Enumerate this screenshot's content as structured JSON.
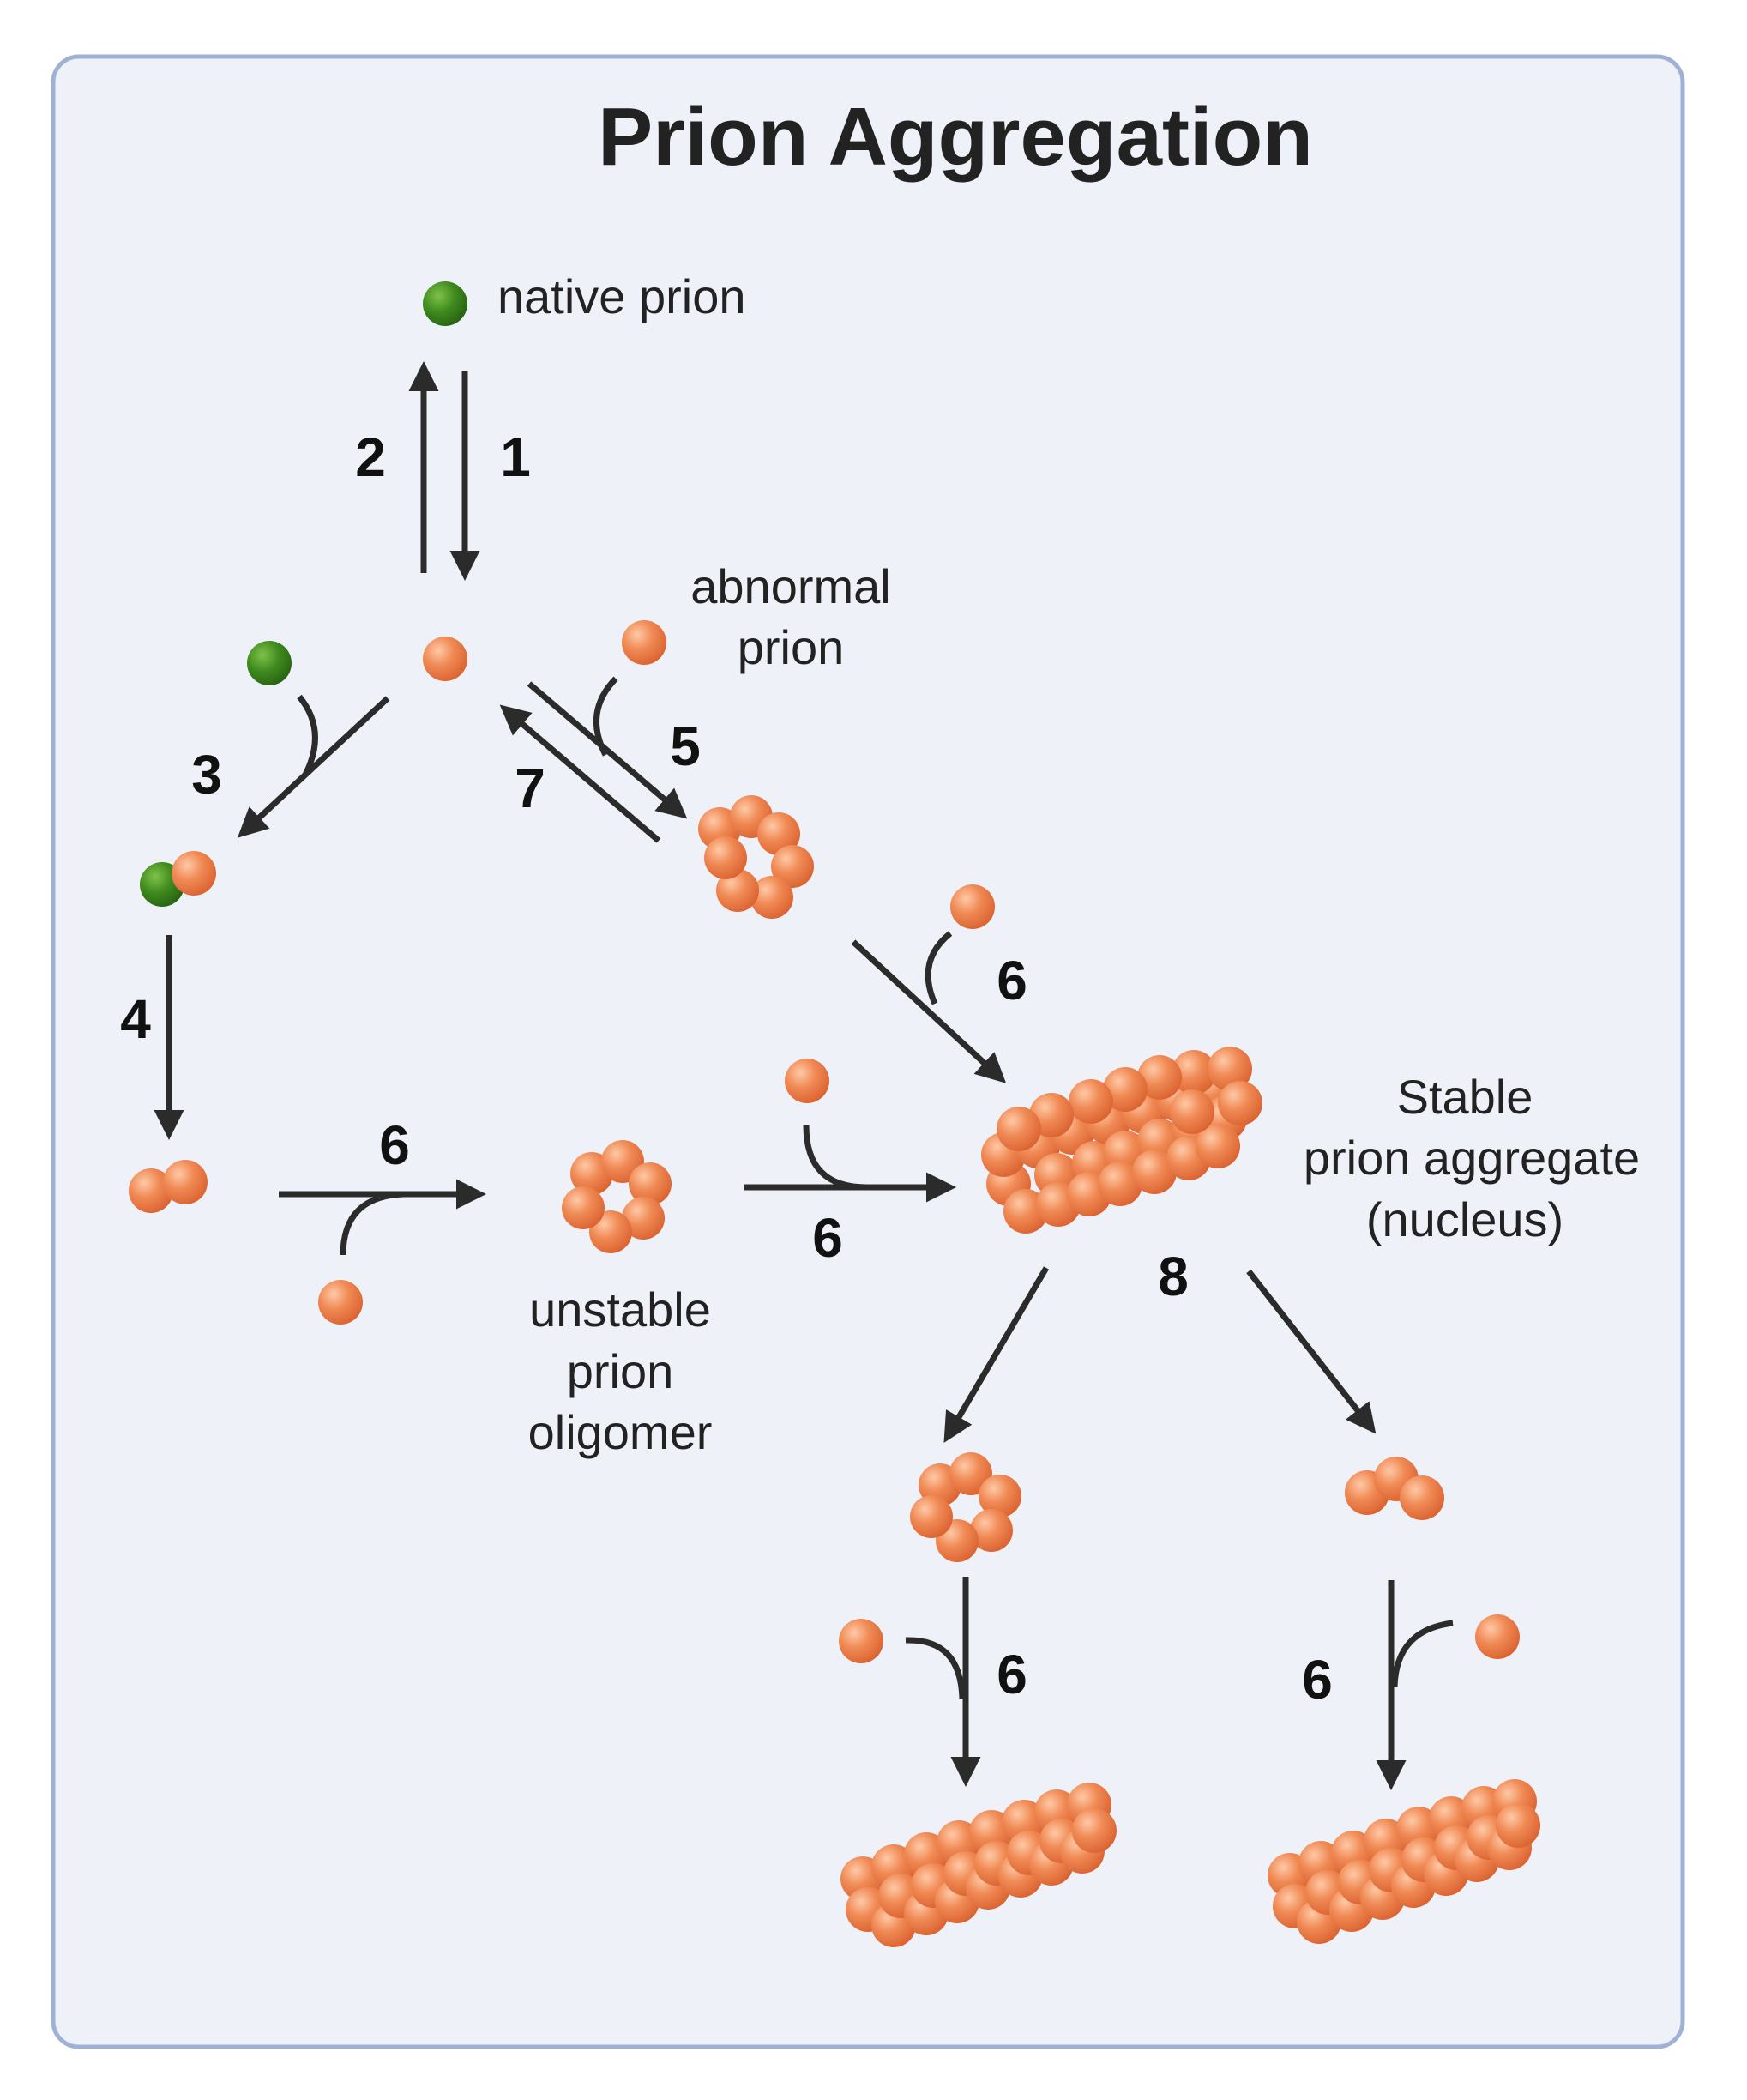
{
  "title": "Prion Aggregation",
  "labels": {
    "native_prion": "native prion",
    "abnormal_prion_line1": "abnormal",
    "abnormal_prion_line2": "prion",
    "unstable_line1": "unstable",
    "unstable_line2": "prion",
    "unstable_line3": "oligomer",
    "stable_line1": "Stable",
    "stable_line2": "prion aggregate",
    "stable_line3": "(nucleus)"
  },
  "steps": {
    "s1": "1",
    "s2": "2",
    "s3": "3",
    "s4": "4",
    "s5": "5",
    "s6a": "6",
    "s6b": "6",
    "s6c": "6",
    "s6d": "6",
    "s6e": "6",
    "s7": "7",
    "s8": "8"
  },
  "colors": {
    "background": "#eef2f8",
    "border": "#9fb2d6",
    "native": "#3f8a1e",
    "abnormal": "#ec7a47",
    "ink": "#2b2b2b"
  }
}
